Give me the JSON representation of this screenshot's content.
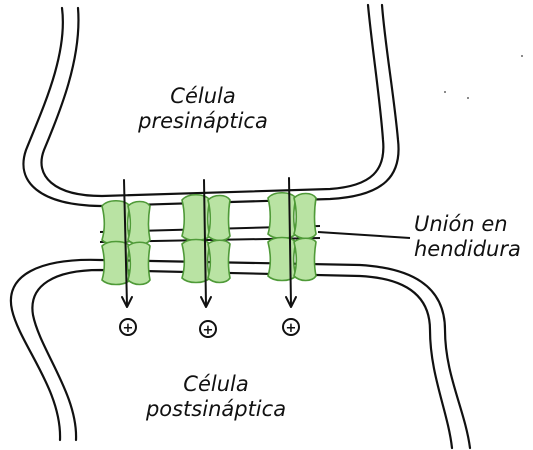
{
  "labels": {
    "presynaptic_line1": "Célula",
    "presynaptic_line2": "presináptica",
    "postsynaptic_line1": "Célula",
    "postsynaptic_line2": "postsináptica",
    "gap_junction_line1": "Unión en",
    "gap_junction_line2": "hendidura"
  },
  "ion_symbol": "+",
  "colors": {
    "channel_fill": "#b9e3a3",
    "channel_stroke": "#4f9a38",
    "outline": "#111111"
  }
}
